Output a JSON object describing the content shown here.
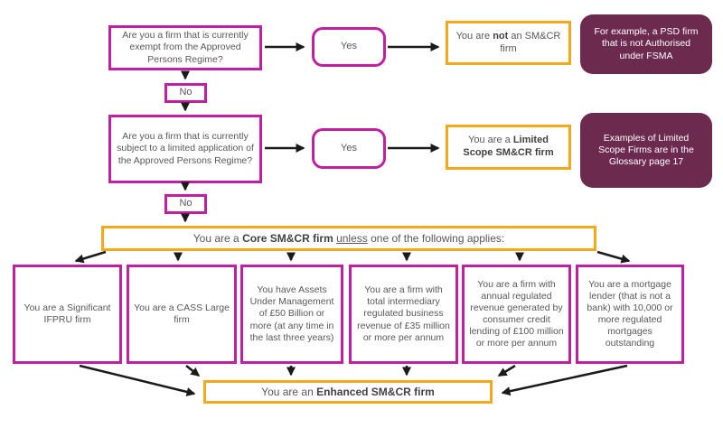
{
  "colors": {
    "magenta_border": "#bf1fa0",
    "orange_border": "#f6a81c",
    "maroon_note": "#6d2a4f",
    "text": "#58585b",
    "text_bold": "#414143",
    "arrow": "#1a1a1a"
  },
  "flow": {
    "q1": "Are you a firm that is currently exempt from the Approved Persons Regime?",
    "yes1": "Yes",
    "no1": "No",
    "result1": {
      "pre": "You are ",
      "bold": "not",
      "post": " an SM&CR firm"
    },
    "note1": "For example, a PSD firm that is not Authorised under FSMA",
    "q2": "Are you a firm that is currently subject to a limited application of the Approved Persons Regime?",
    "yes2": "Yes",
    "no2": "No",
    "result2": {
      "pre": "You are a ",
      "bold": "Limited Scope SM&CR firm",
      "post": ""
    },
    "note2": "Examples of Limited Scope Firms are in the Glossary page 17",
    "core": {
      "pre": "You are a ",
      "bold": "Core SM&CR firm ",
      "under": "unless",
      "post": " one of the following applies:"
    },
    "conditions": [
      "You are a Significant IFPRU firm",
      "You are a CASS Large firm",
      "You have Assets Under Management of £50 Billion or more (at any time in the last three years)",
      "You are a firm with total intermediary regulated business revenue of £35 million or more per annum",
      "You are a firm with annual regulated revenue generated by consumer credit lending of £100 million or more per annum",
      "You are a mortgage lender (that is not a bank) with 10,000 or more regulated mortgages outstanding"
    ],
    "enhanced": {
      "pre": "You are an ",
      "bold": "Enhanced SM&CR firm"
    }
  }
}
